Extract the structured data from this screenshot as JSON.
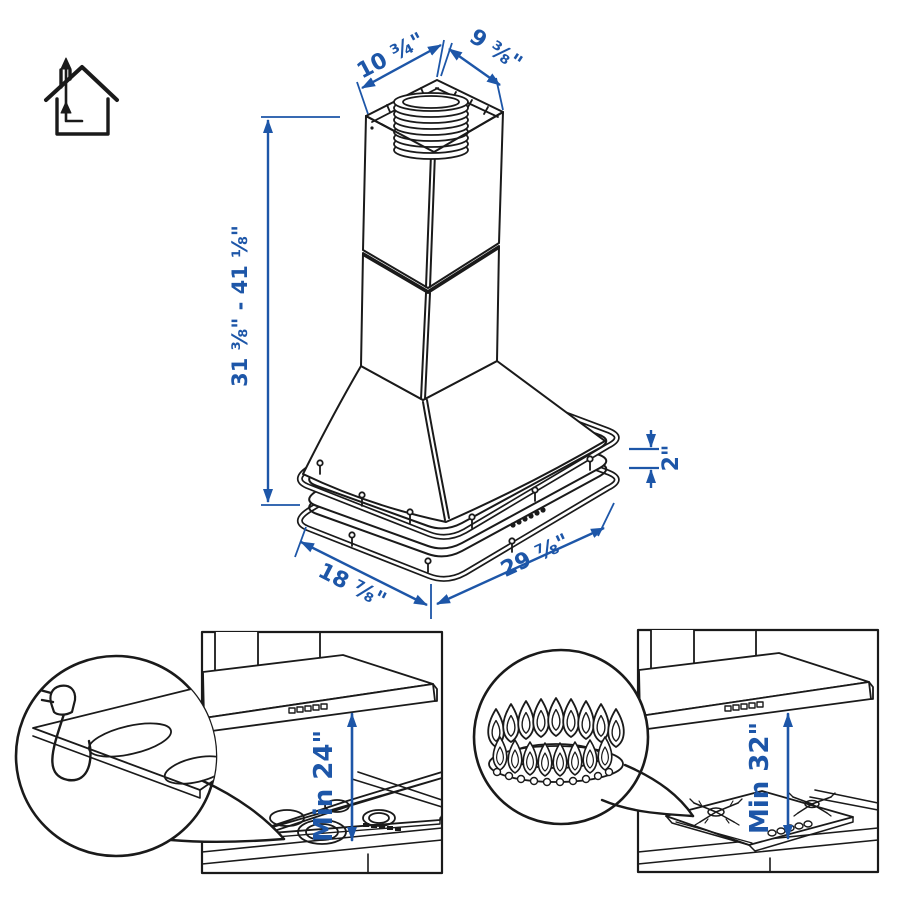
{
  "colors": {
    "line": "#1a1a1a",
    "dimension_blue": "#1d56a8",
    "background": "#ffffff"
  },
  "main_diagram": {
    "product": "wall-mounted range hood isometric drawing",
    "vent_icon": "house-with-exhaust-arrow",
    "dimensions": {
      "top_width": "10 ¾\"",
      "top_depth": "9 ⅜\"",
      "height_range": "31 ⅜\" - 41 ⅛\"",
      "base_rim_height": "2\"",
      "base_depth": "18 ⅞\"",
      "base_width": "29 ⅞\""
    }
  },
  "clearance_panels": {
    "electric": {
      "label": "Min 24\"",
      "detail_icon": "power-plug-and-countertop-cutout"
    },
    "gas": {
      "label": "Min 32\"",
      "detail_icon": "gas-burner-flames"
    }
  }
}
